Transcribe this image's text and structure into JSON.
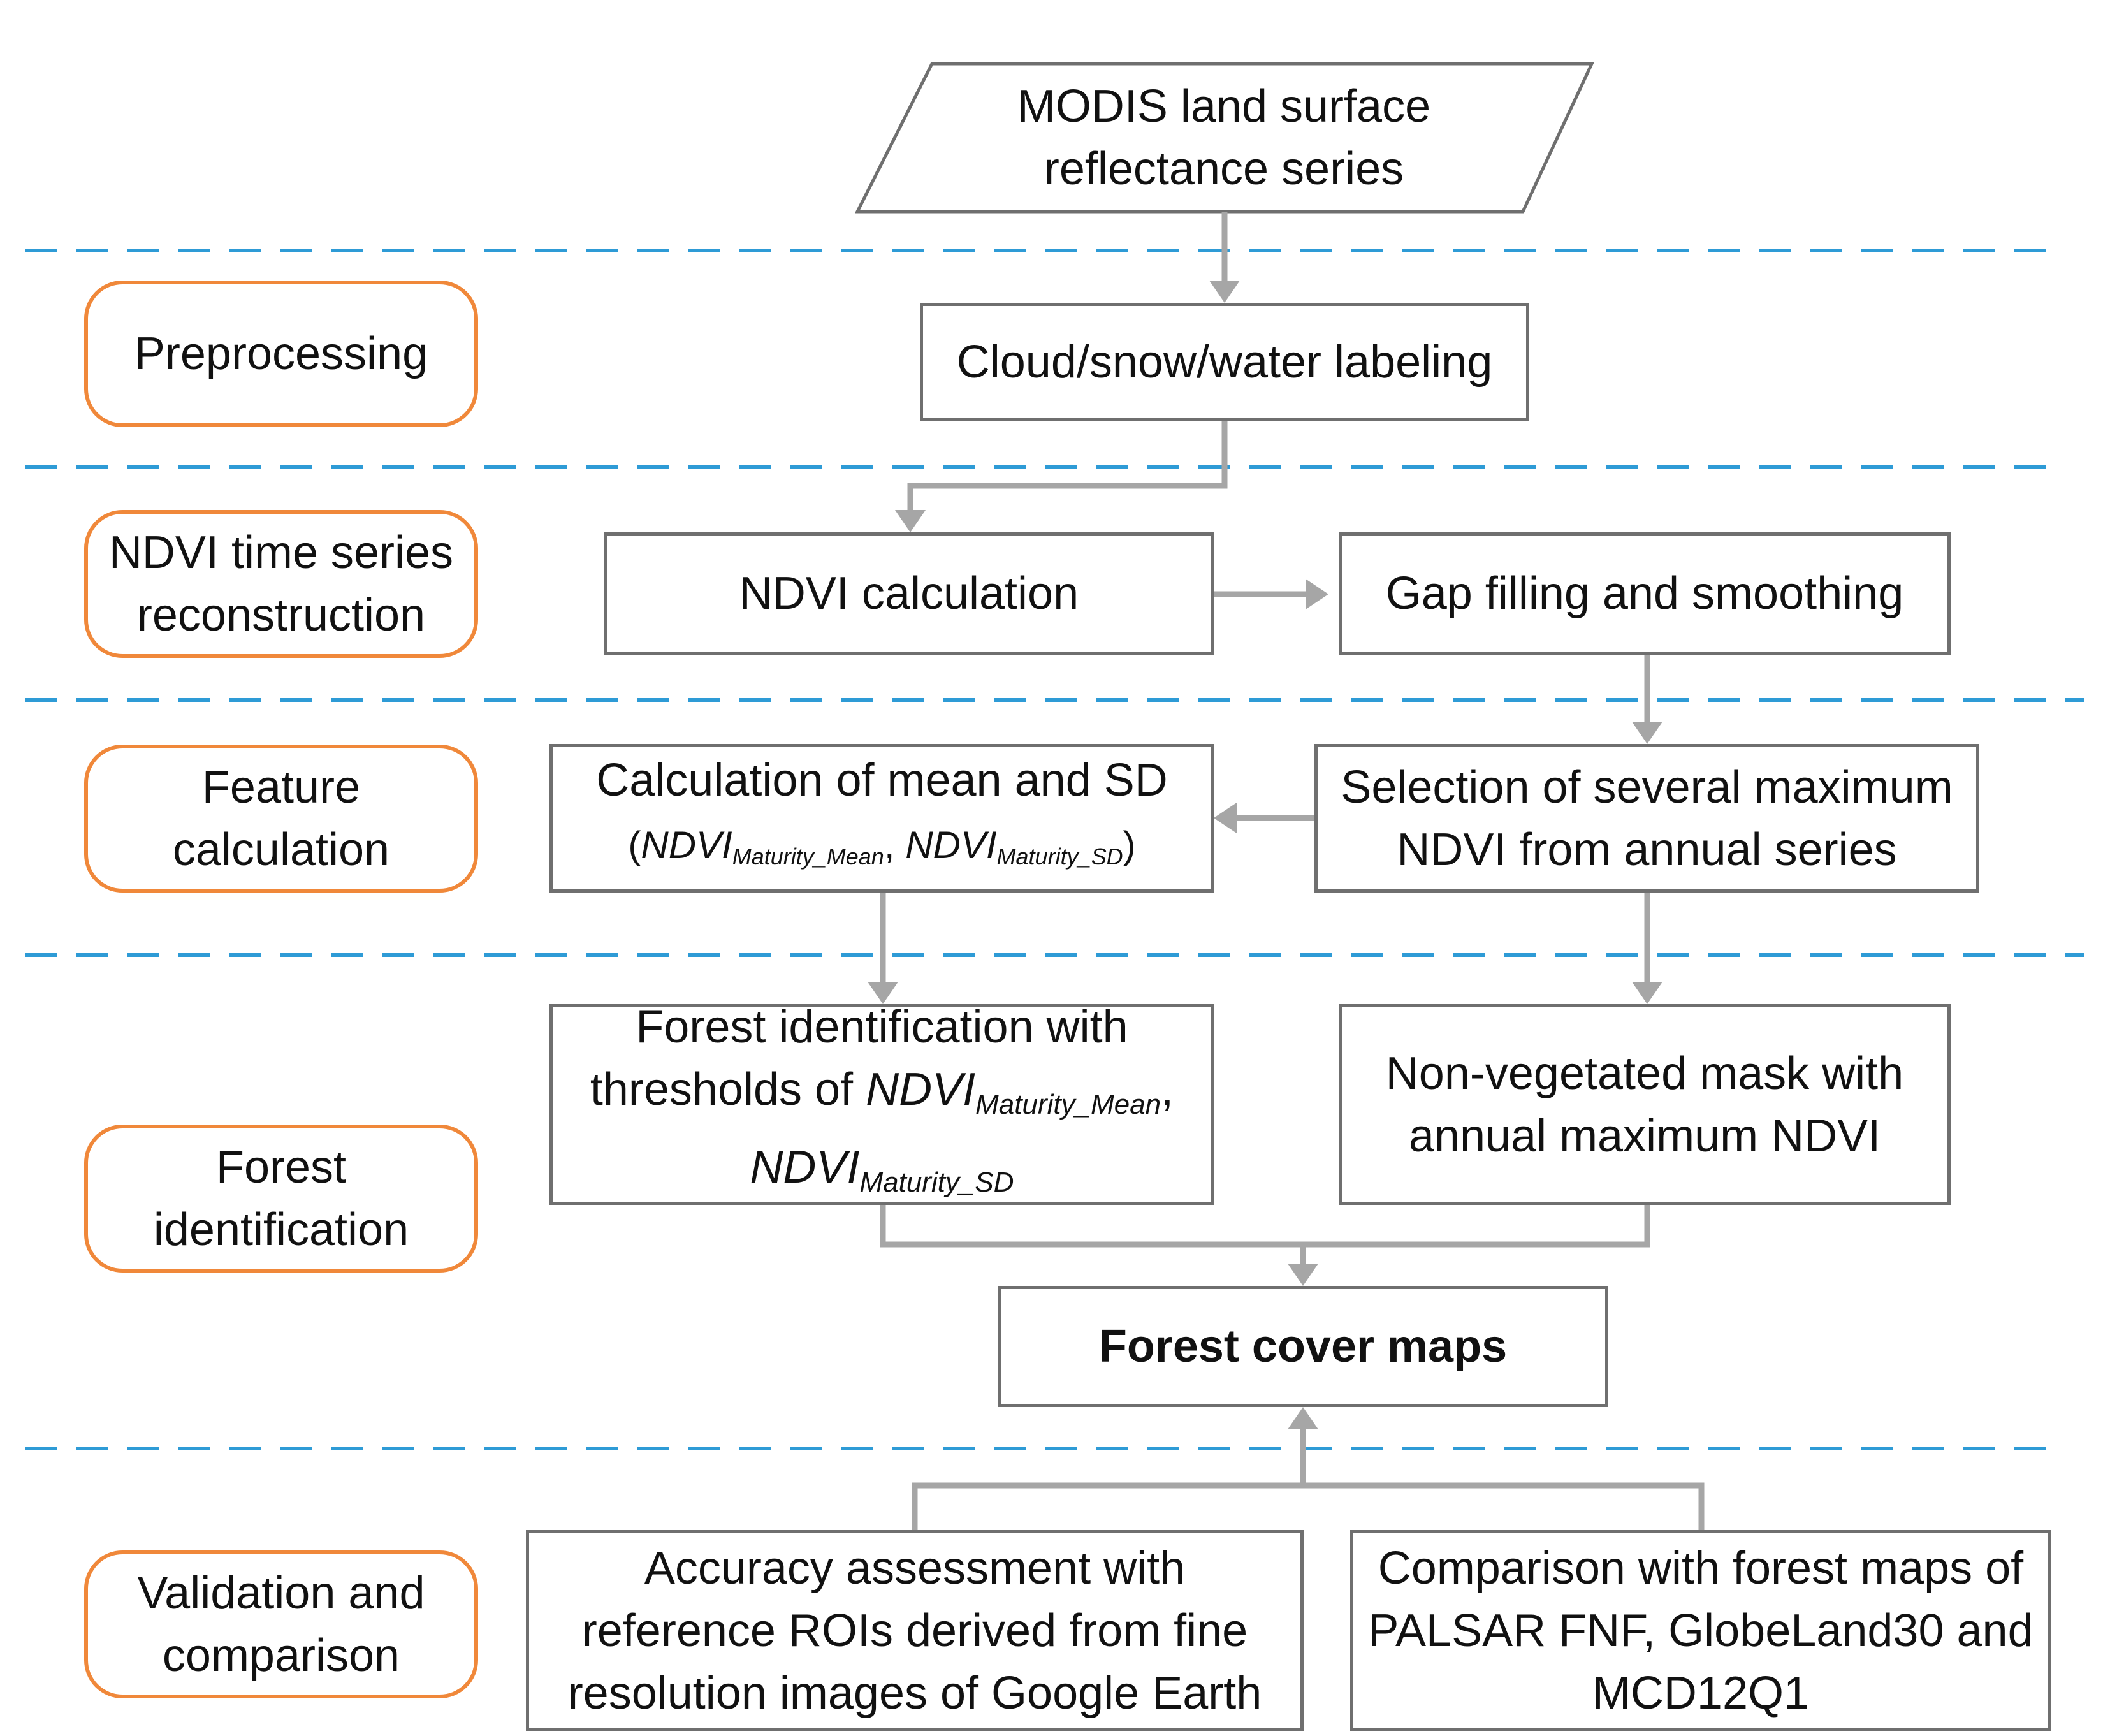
{
  "stages": {
    "preprocessing": "Preprocessing",
    "ndvi_reconstruction": [
      "NDVI time series",
      "reconstruction"
    ],
    "feature_calculation": [
      "Feature",
      "calculation"
    ],
    "forest_identification": [
      "Forest",
      "identification"
    ],
    "validation": [
      "Validation and",
      "comparison"
    ]
  },
  "nodes": {
    "input": [
      "MODIS land surface",
      "reflectance series"
    ],
    "cloud_labeling": "Cloud/snow/water labeling",
    "ndvi_calc": "NDVI calculation",
    "gap_filling": "Gap filling and smoothing",
    "mean_sd": {
      "line1": "Calculation of mean and SD",
      "open": "(",
      "ndvi1": "NDVI",
      "sub1": "Maturity_Mean",
      "sep": ", ",
      "ndvi2": "NDVI",
      "sub2": "Maturity_SD",
      "close": ")"
    },
    "selection_max": [
      "Selection of several maximum",
      "NDVI from annual series"
    ],
    "forest_id": {
      "line1": "Forest identification with",
      "line2_prefix": "thresholds of ",
      "ndvi1": "NDVI",
      "sub1": "Maturity_Mean",
      "comma": ",",
      "ndvi2": "NDVI",
      "sub2": "Maturity_SD"
    },
    "nonveg_mask": [
      "Non-vegetated mask with",
      "annual maximum NDVI"
    ],
    "forest_cover": "Forest cover maps",
    "accuracy": [
      "Accuracy assessment with",
      "reference ROIs derived from fine",
      "resolution images of Google Earth"
    ],
    "comparison": [
      "Comparison with forest maps of",
      "PALSAR FNF, GlobeLand30 and",
      "MCD12Q1"
    ]
  },
  "colors": {
    "stage_border": "#f0883a",
    "box_border": "#6f6f6f",
    "arrow": "#a6a6a6",
    "separator": "#2e9bd6"
  }
}
